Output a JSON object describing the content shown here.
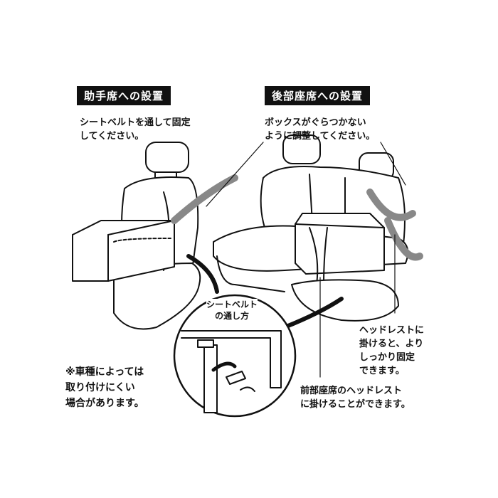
{
  "front_seat": {
    "heading": "助手席への設置",
    "instruction": "シートベルトを通して固定\nしてください。"
  },
  "rear_seat": {
    "heading": "後部座席への設置",
    "instruction": "ボックスがぐらつかない\nように調整してください。"
  },
  "detail": {
    "title": "シートベルト\nの通し方"
  },
  "notes": {
    "vehicle_note": "※車種によっては\n取り付けにくい\n場合があります。",
    "headrest_note": "ヘッドレストに\n掛けると、より\nしっかり固定\nできます。",
    "front_headrest_note": "前部座席のヘッドレスト\nに掛けることができます。"
  }
}
